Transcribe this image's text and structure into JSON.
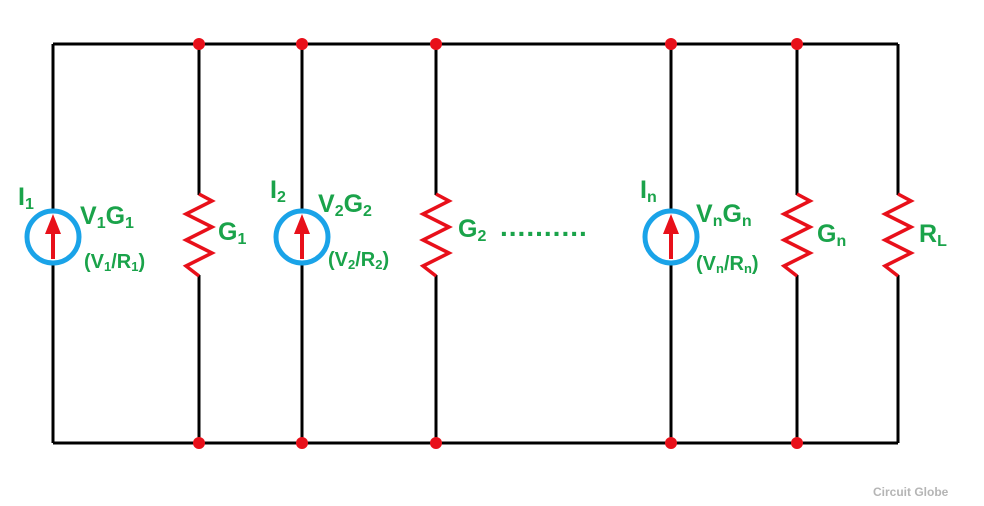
{
  "colors": {
    "wire": "#000000",
    "node": "#e8101a",
    "resistor": "#e8101a",
    "source_ring": "#1aa3e8",
    "arrow": "#e8101a",
    "label": "#1aa34a",
    "watermark": "#b5b5b5"
  },
  "sources": [
    {
      "current": {
        "main": "I",
        "sub": "1"
      },
      "value": {
        "a": "V",
        "a_sub": "1",
        "b": "G",
        "b_sub": "1"
      },
      "formula": {
        "open": "(V",
        "sub1": "1",
        "mid": "/R",
        "sub2": "1",
        "close": ")"
      }
    },
    {
      "current": {
        "main": "I",
        "sub": "2"
      },
      "value": {
        "a": "V",
        "a_sub": "2",
        "b": "G",
        "b_sub": "2"
      },
      "formula": {
        "open": "(V",
        "sub1": "2",
        "mid": "/R",
        "sub2": "2",
        "close": ")"
      }
    },
    {
      "current": {
        "main": "I",
        "sub": "n"
      },
      "value": {
        "a": "V",
        "a_sub": "n",
        "b": "G",
        "b_sub": "n"
      },
      "formula": {
        "open": "(V",
        "sub1": "n",
        "mid": "/R",
        "sub2": "n",
        "close": ")"
      }
    }
  ],
  "resistors": [
    {
      "main": "G",
      "sub": "1"
    },
    {
      "main": "G",
      "sub": "2"
    },
    {
      "main": "G",
      "sub": "n"
    },
    {
      "main": "R",
      "sub": "L"
    }
  ],
  "ellipsis": "..........",
  "watermark": "Circuit Globe"
}
